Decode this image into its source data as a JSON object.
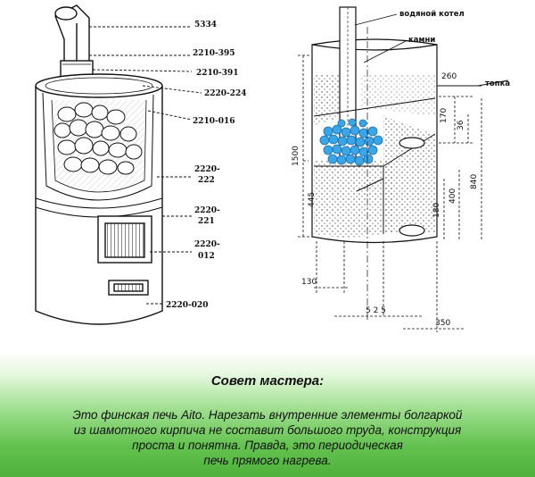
{
  "left_stove": {
    "part_numbers": [
      "5334",
      "2210-395",
      "2210-391",
      "2220-224",
      "2210-016",
      "2220-",
      "222",
      "2220-",
      "221",
      "2220-",
      "012",
      "2220-020"
    ]
  },
  "right_section": {
    "labels": {
      "boiler": "водяной котел",
      "stones": "камни",
      "firebox": "топка"
    },
    "dimensions": [
      "260",
      "170",
      "36",
      "1500",
      "445",
      "180",
      "400",
      "840",
      "130",
      "5 2 5",
      "350"
    ]
  },
  "tip": {
    "title": "Совет мастера:",
    "lines": [
      "Это финская печь Aito. Нарезать внутренние элементы болгаркой",
      "из шамотного кирпича не составит большого труда, конструкция",
      "проста и понятна. Правда, это периодическая",
      "печь прямого нагрева."
    ]
  },
  "colors": {
    "stones_blue": "#3aa6e8",
    "tip_green": "#5cbd48"
  }
}
